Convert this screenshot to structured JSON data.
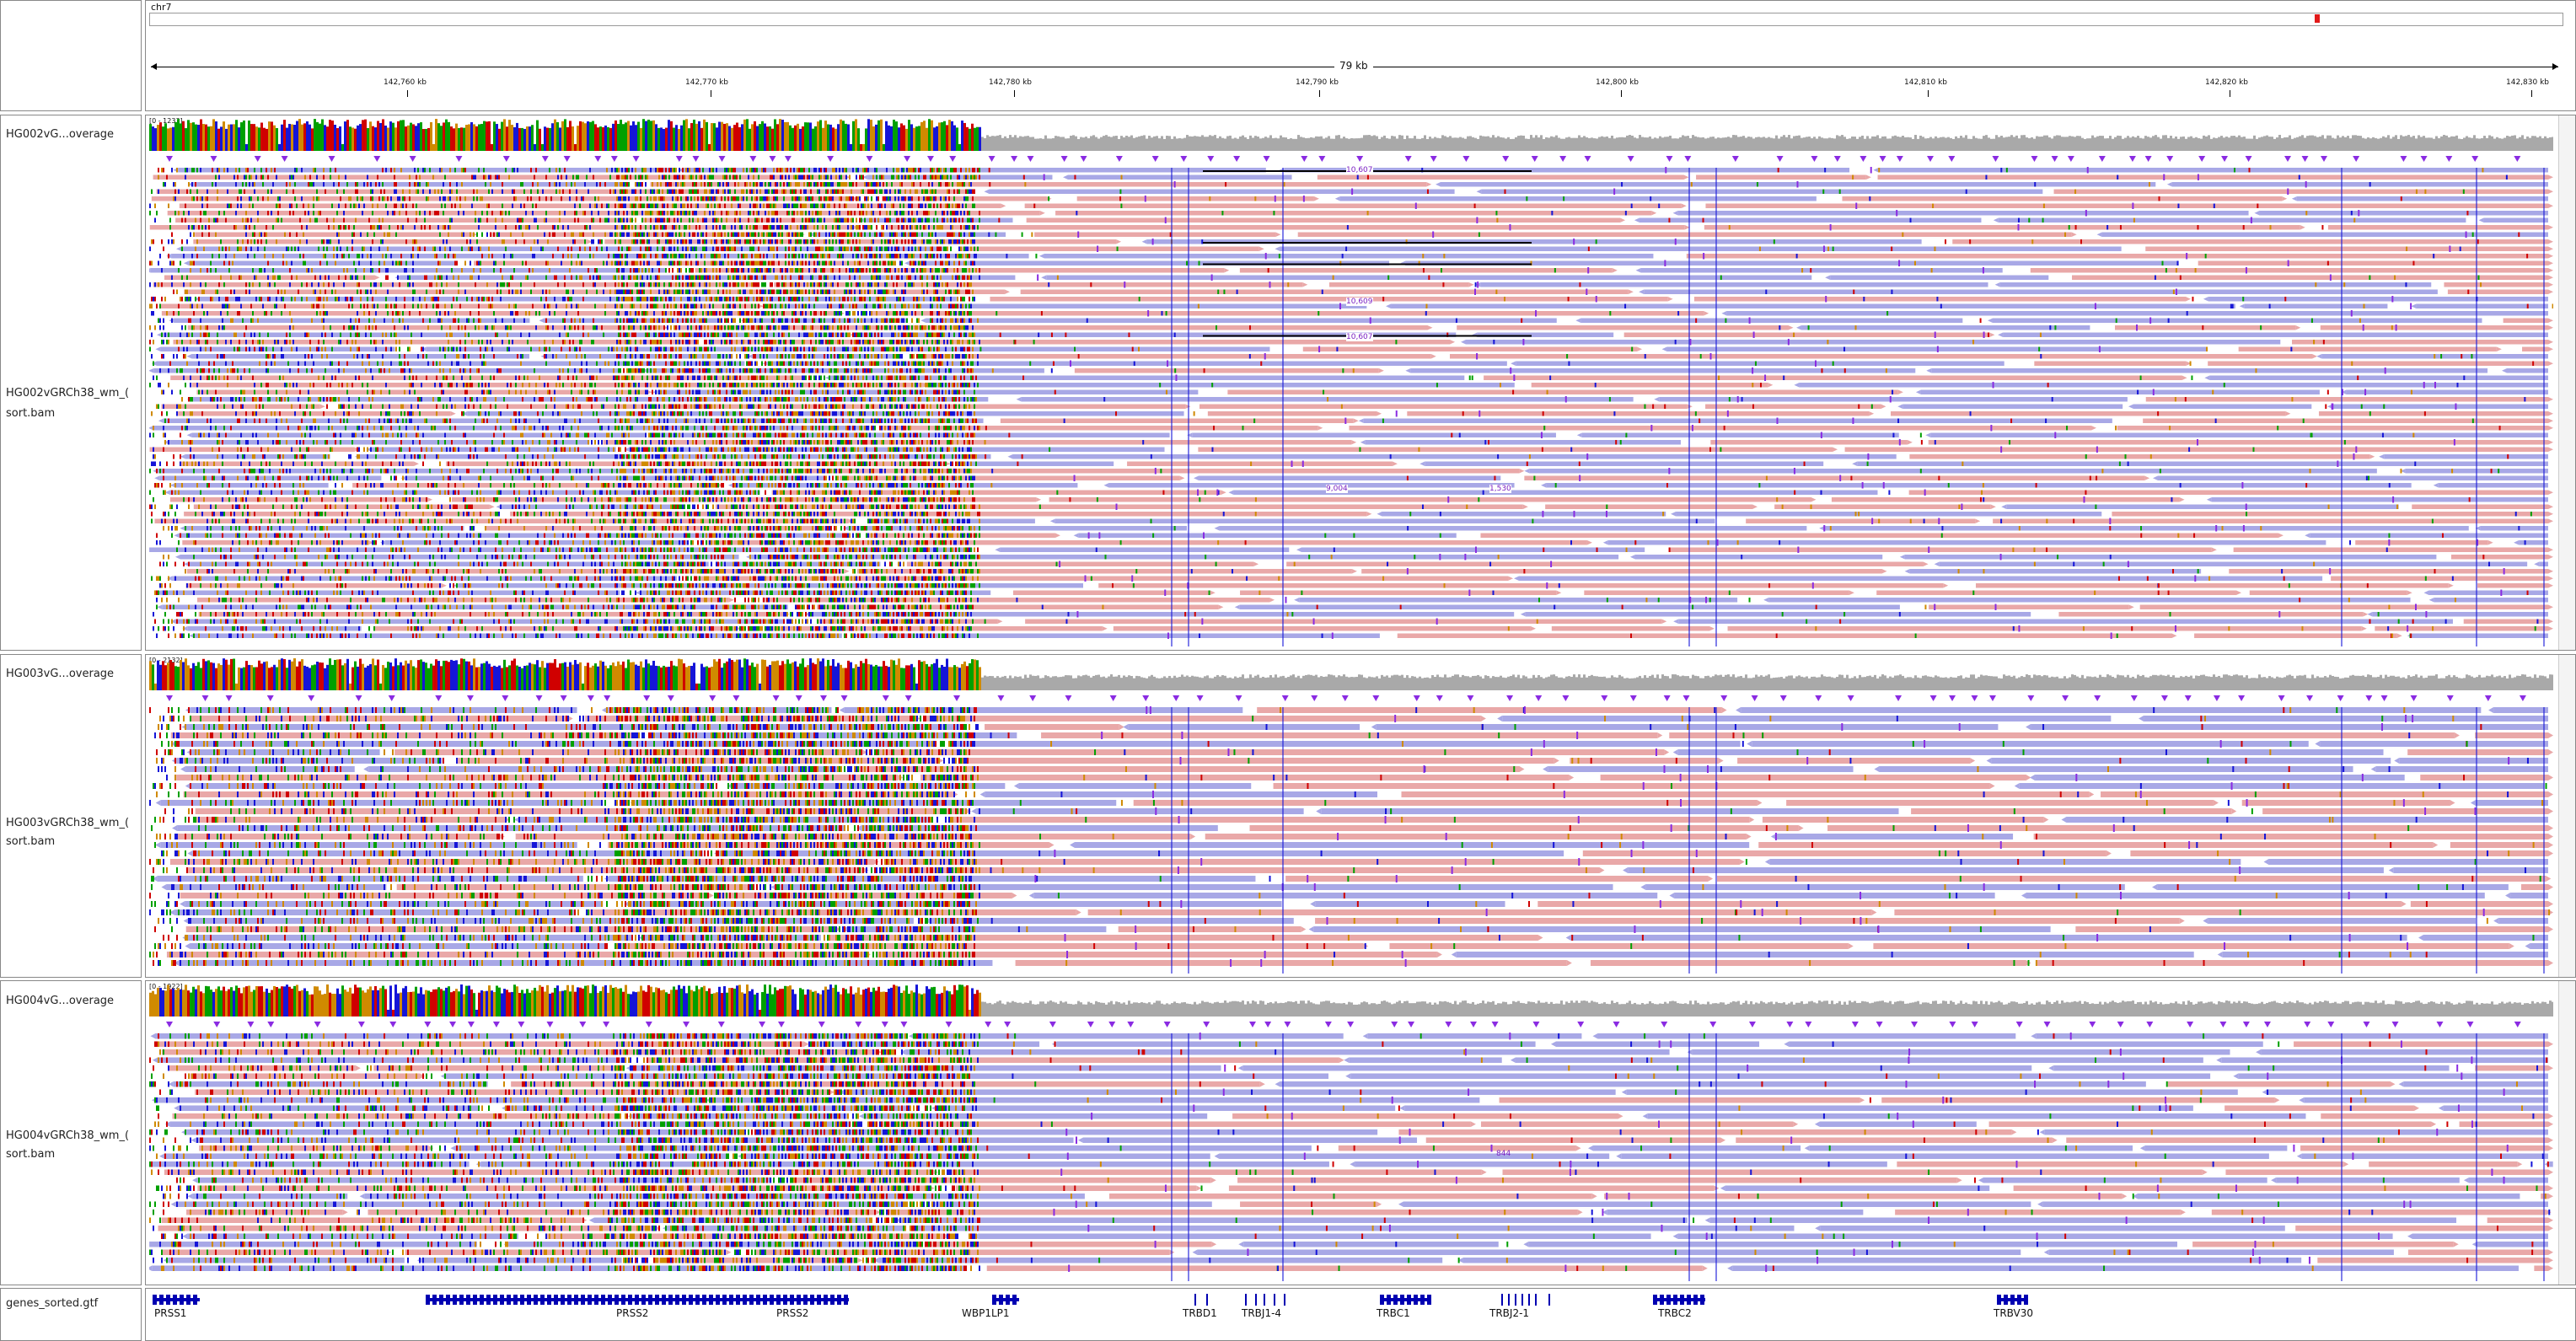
{
  "header": {
    "chromosome": "chr7",
    "span_label": "79 kb",
    "ticks": [
      "142,760 kb",
      "142,770 kb",
      "142,780 kb",
      "142,790 kb",
      "142,800 kb",
      "142,810 kb",
      "142,820 kb",
      "142,830 kb"
    ]
  },
  "tracks": [
    {
      "coverage_name": "HG002vG...overage",
      "coverage_range": "[0 - 1233]",
      "bam_name_line1": "HG002vGRCh38_wm_(",
      "bam_name_line2": "sort.bam",
      "insertions": [
        {
          "label": "10,607"
        },
        {
          "label": "10,609"
        },
        {
          "label": "10,607"
        },
        {
          "label": "9,004"
        },
        {
          "label": "1,530"
        }
      ]
    },
    {
      "coverage_name": "HG003vG...overage",
      "coverage_range": "[0 - 2132]",
      "bam_name_line1": "HG003vGRCh38_wm_(",
      "bam_name_line2": "sort.bam",
      "insertions": []
    },
    {
      "coverage_name": "HG004vG...overage",
      "coverage_range": "[0 - 1922]",
      "bam_name_line1": "HG004vGRCh38_wm_(",
      "bam_name_line2": "sort.bam",
      "insertions": [
        {
          "label": "844"
        }
      ]
    }
  ],
  "genes": {
    "track_name": "genes_sorted.gtf",
    "items": [
      {
        "name": "PRSS1"
      },
      {
        "name": "PRSS2"
      },
      {
        "name": "PRSS2"
      },
      {
        "name": "WBP1LP1"
      },
      {
        "name": "TRBD1"
      },
      {
        "name": "TRBJ1-4"
      },
      {
        "name": "TRBC1"
      },
      {
        "name": "TRBJ2-1"
      },
      {
        "name": "TRBC2"
      },
      {
        "name": "TRBV30"
      }
    ]
  },
  "colors": {
    "forward_read": "#e9a8a8",
    "reverse_read": "#a8a8e6",
    "coverage": "#a9a9a9",
    "insertion": "#8a2be2",
    "feature": "#0000b2"
  }
}
